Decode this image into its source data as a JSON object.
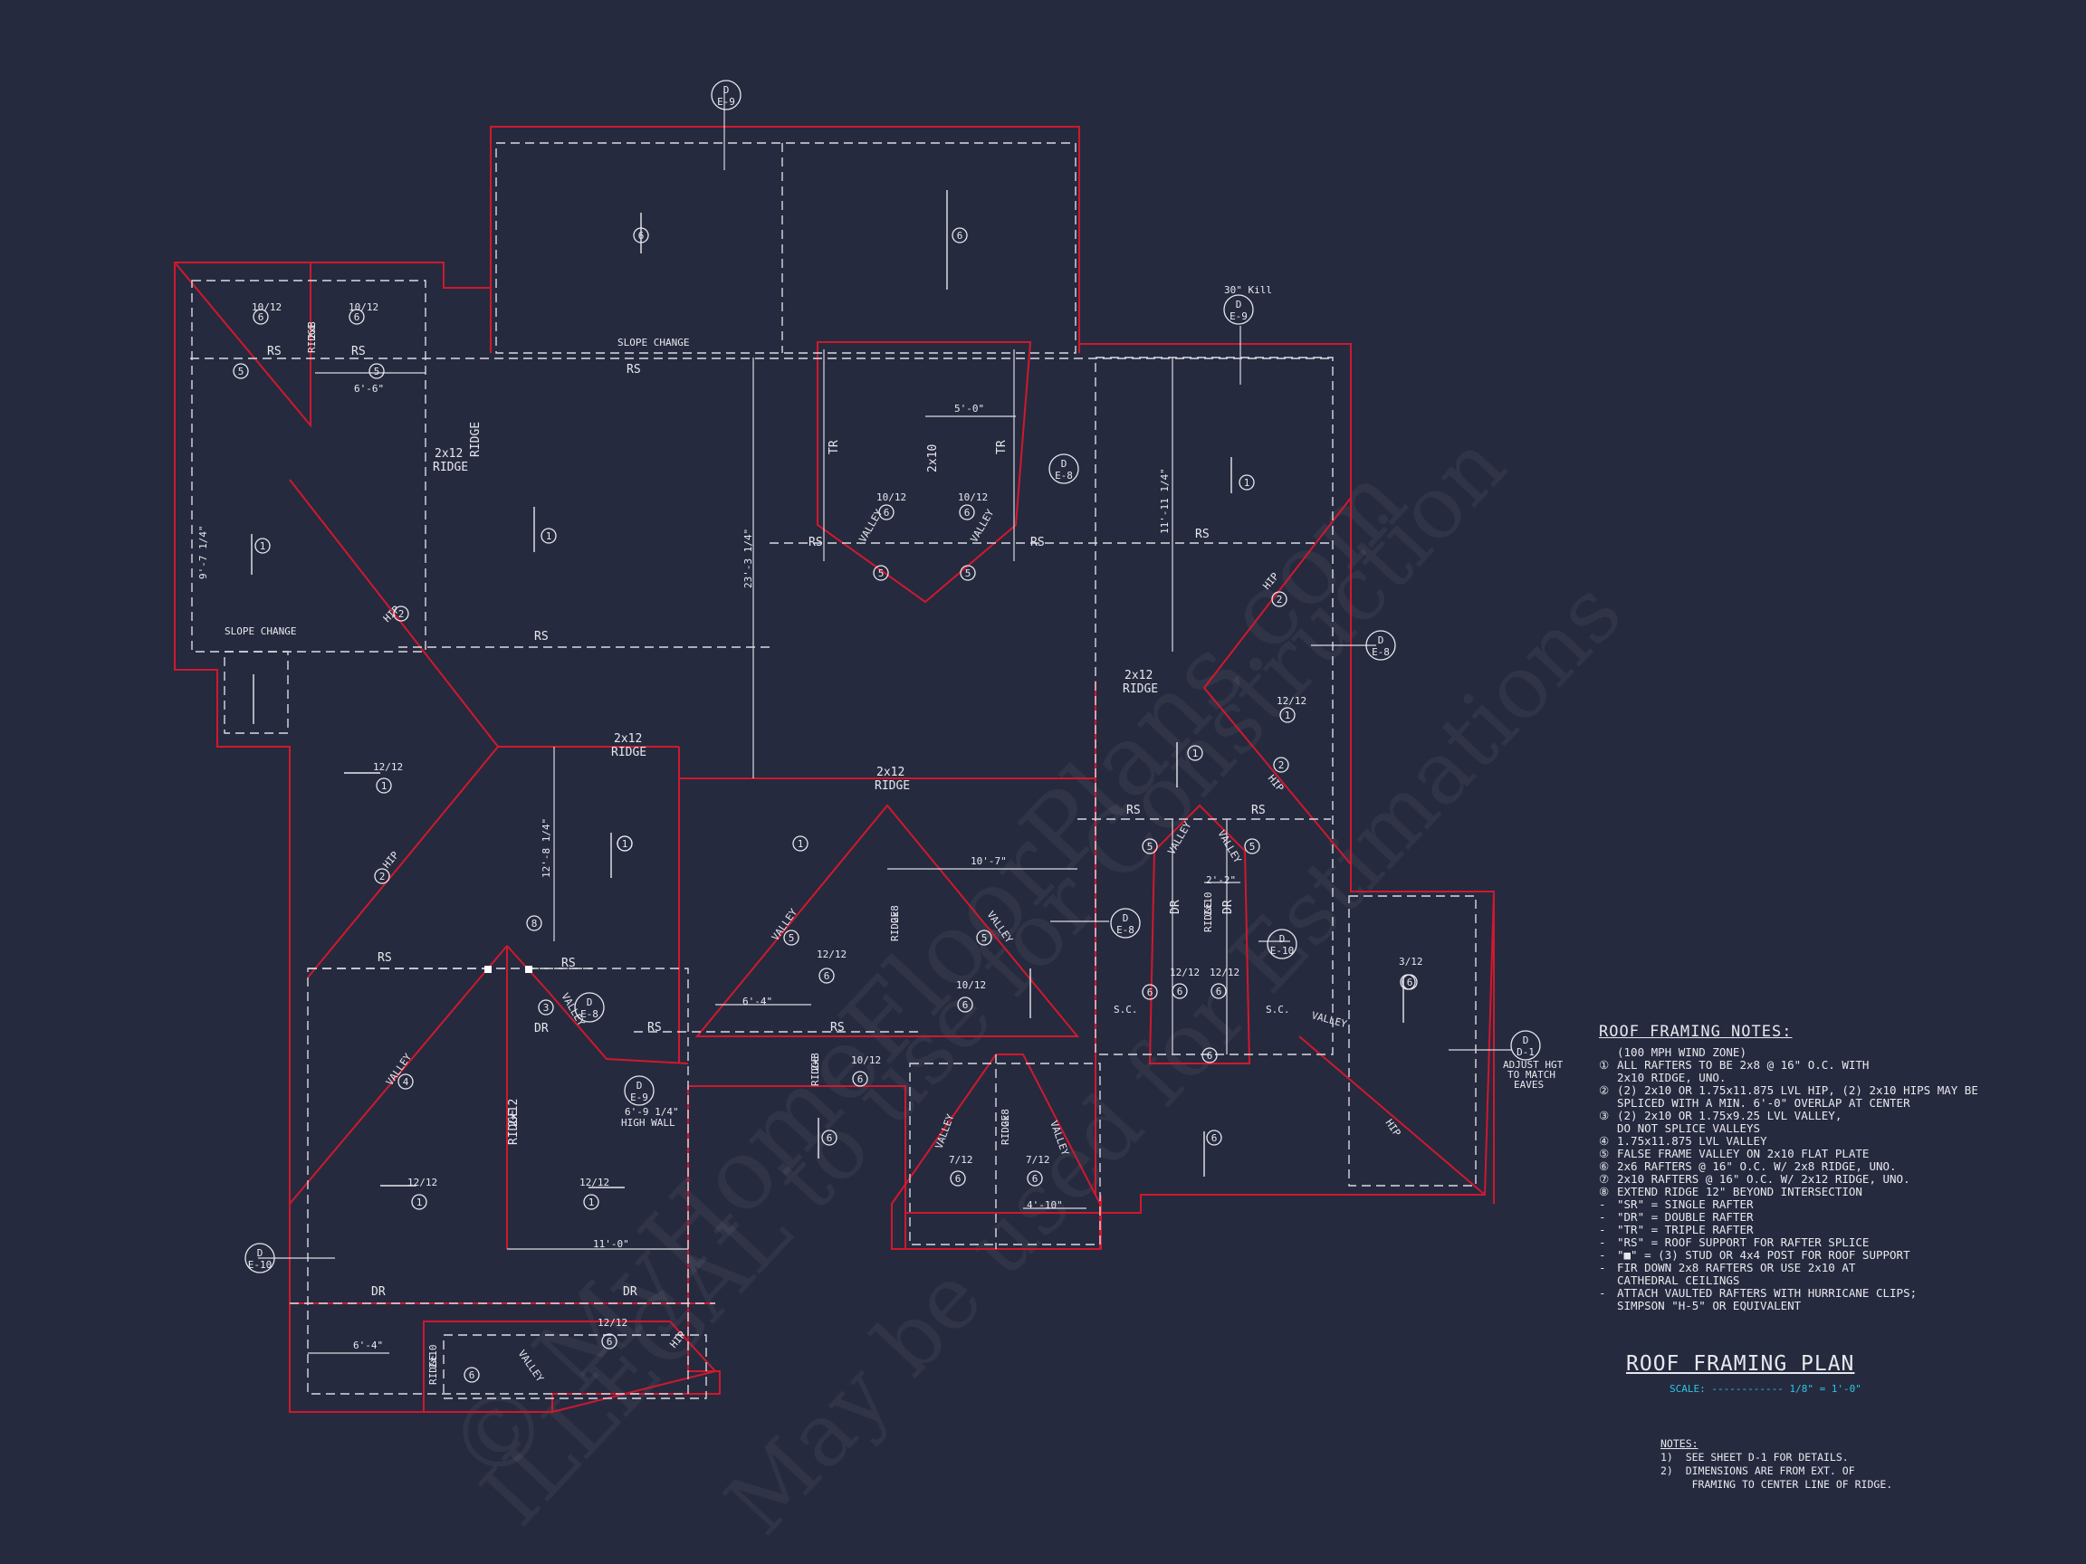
{
  "drawing": {
    "title": "ROOF FRAMING PLAN",
    "scale_label": "SCALE: ------------ 1/8\" = 1'-0\"",
    "colors": {
      "background": "#262a3e",
      "roof_outline": "#d0182e",
      "linework": "#e8e8ee",
      "scale_accent": "#29c6e6"
    }
  },
  "framing_notes": {
    "title": "ROOF FRAMING NOTES:",
    "items": [
      {
        "marker": "",
        "text": "(100 MPH WIND ZONE)"
      },
      {
        "marker": "①",
        "text": "ALL RAFTERS TO BE 2x8 @ 16\" O.C. WITH"
      },
      {
        "marker": "",
        "text": "2x10 RIDGE, UNO."
      },
      {
        "marker": "②",
        "text": "(2) 2x10 OR 1.75x11.875 LVL HIP, (2) 2x10 HIPS MAY BE"
      },
      {
        "marker": "",
        "text": "SPLICED WITH A MIN. 6'-0\" OVERLAP AT CENTER"
      },
      {
        "marker": "③",
        "text": "(2) 2x10 OR 1.75x9.25 LVL VALLEY,"
      },
      {
        "marker": "",
        "text": "DO NOT SPLICE VALLEYS"
      },
      {
        "marker": "④",
        "text": "1.75x11.875 LVL VALLEY"
      },
      {
        "marker": "⑤",
        "text": "FALSE FRAME VALLEY ON 2x10 FLAT PLATE"
      },
      {
        "marker": "⑥",
        "text": "2x6 RAFTERS @ 16\" O.C. W/ 2x8 RIDGE, UNO."
      },
      {
        "marker": "⑦",
        "text": "2x10 RAFTERS @ 16\" O.C. W/ 2x12 RIDGE, UNO."
      },
      {
        "marker": "⑧",
        "text": "EXTEND RIDGE 12\" BEYOND INTERSECTION"
      },
      {
        "marker": "-",
        "text": "\"SR\" = SINGLE RAFTER"
      },
      {
        "marker": "-",
        "text": "\"DR\" = DOUBLE RAFTER"
      },
      {
        "marker": "-",
        "text": "\"TR\" = TRIPLE RAFTER"
      },
      {
        "marker": "-",
        "text": "\"RS\" = ROOF SUPPORT FOR RAFTER SPLICE"
      },
      {
        "marker": "-",
        "text": "\"■\" = (3) STUD OR 4x4 POST FOR ROOF SUPPORT"
      },
      {
        "marker": "-",
        "text": "FIR DOWN 2x8 RAFTERS OR USE 2x10 AT"
      },
      {
        "marker": "",
        "text": "CATHEDRAL CEILINGS"
      },
      {
        "marker": "-",
        "text": "ATTACH VAULTED RAFTERS WITH HURRICANE CLIPS;"
      },
      {
        "marker": "",
        "text": "SIMPSON \"H-5\" OR EQUIVALENT"
      }
    ]
  },
  "general_notes": {
    "title": "NOTES:",
    "lines": [
      "1)  SEE SHEET D-1 FOR DETAILS.",
      "2)  DIMENSIONS ARE FROM EXT. OF",
      "     FRAMING TO CENTER LINE OF RIDGE."
    ]
  },
  "watermark": {
    "lines": [
      "© MyHomeFloorPlans.com",
      "ILLEGAL to use for Construction",
      "May be used for Estimations"
    ]
  },
  "plan_labels": {
    "rs": "RS",
    "dr": "DR",
    "tr": "TR",
    "sc": "S.C.",
    "ridge": "RIDGE",
    "valley": "VALLEY",
    "hip": "HIP",
    "r2x12": "2x12",
    "r2x10": "2x10",
    "r2x8": "2x8",
    "slope_change": "SLOPE CHANGE",
    "p10_12": "10/12",
    "p12_12": "12/12",
    "p7_12": "7/12",
    "p3_12": "3/12",
    "d_56": "5'-0\"",
    "d_66": "6'-6\"",
    "d_92": "9'-7 1/4\"",
    "d_233": "23'-3 1/4\"",
    "d_111": "11'-11 1/4\"",
    "d_128": "12'-8 1/4\"",
    "d_107": "10'-7\"",
    "d_64a": "6'-4\"",
    "d_22": "2'-2\"",
    "d_410": "4'-10\"",
    "d_110": "11'-0\"",
    "d_64b": "6'-4\"",
    "kill": "30\" Kill",
    "high_wall": "6'-9 1/4\"",
    "high_wall2": "HIGH WALL",
    "adjust1": "ADJUST HGT",
    "adjust2": "TO MATCH",
    "adjust3": "EAVES",
    "c1": "1",
    "c2": "2",
    "c3": "3",
    "c4": "4",
    "c5": "5",
    "c6": "6",
    "c8": "8",
    "sec_d": "D",
    "sec_e8": "E-8",
    "sec_e9": "E-9",
    "sec_e10": "E-10",
    "sec_d1": "D-1"
  }
}
